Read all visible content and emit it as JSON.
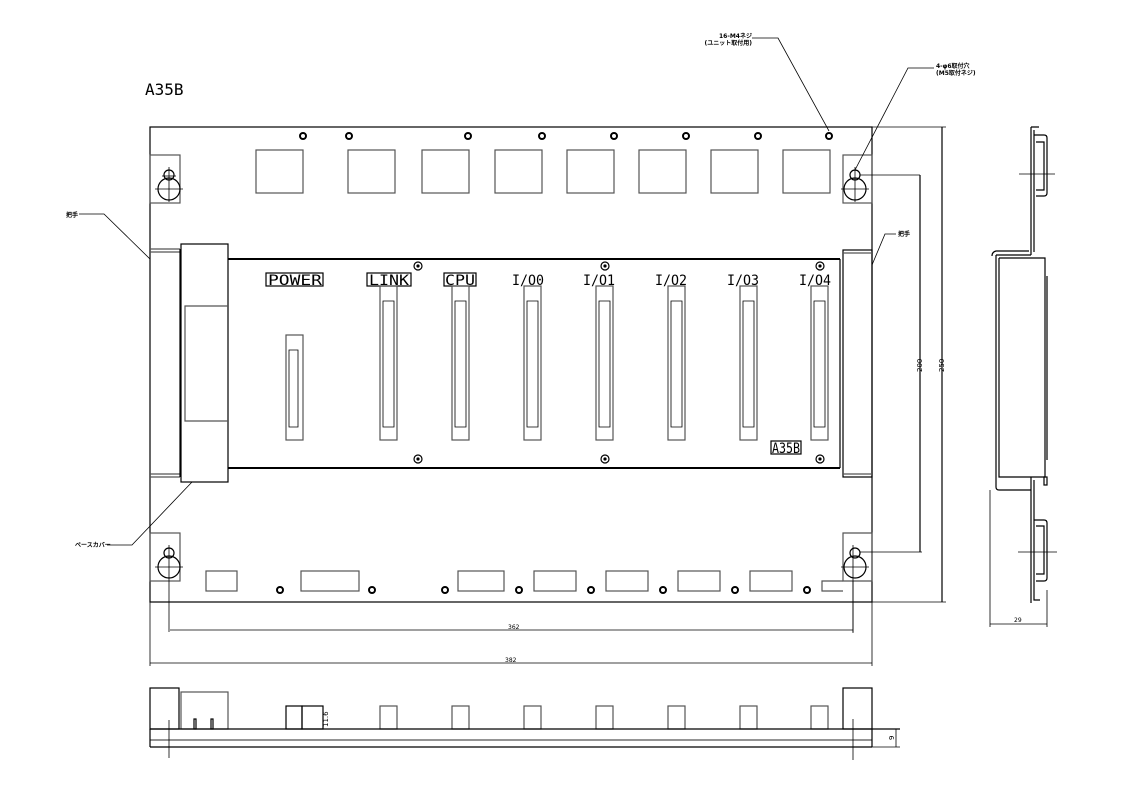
{
  "title": "A35B",
  "model_mark": "A35B",
  "callouts": {
    "screws": {
      "line1": "16-M4ネジ",
      "line2": "(ユニット取付用)"
    },
    "mount_holes": {
      "line1": "4-φ6取付穴",
      "line2": "(M5取付ネジ)"
    },
    "handle_left": "把手",
    "handle_right": "把手",
    "base_cover": "ベースカバー"
  },
  "slots": [
    {
      "label": "POWER"
    },
    {
      "label": "LINK"
    },
    {
      "label": "CPU"
    },
    {
      "label": "I/O0"
    },
    {
      "label": "I/O1"
    },
    {
      "label": "I/O2"
    },
    {
      "label": "I/O3"
    },
    {
      "label": "I/O4"
    }
  ],
  "dimensions": {
    "mount_pitch_width": "362",
    "overall_width": "382",
    "mount_pitch_height": "200",
    "overall_height": "250",
    "depth": "29",
    "connector_height": "11.6",
    "base_thickness": "9"
  },
  "colors": {
    "line": "#000000",
    "background": "#ffffff"
  }
}
